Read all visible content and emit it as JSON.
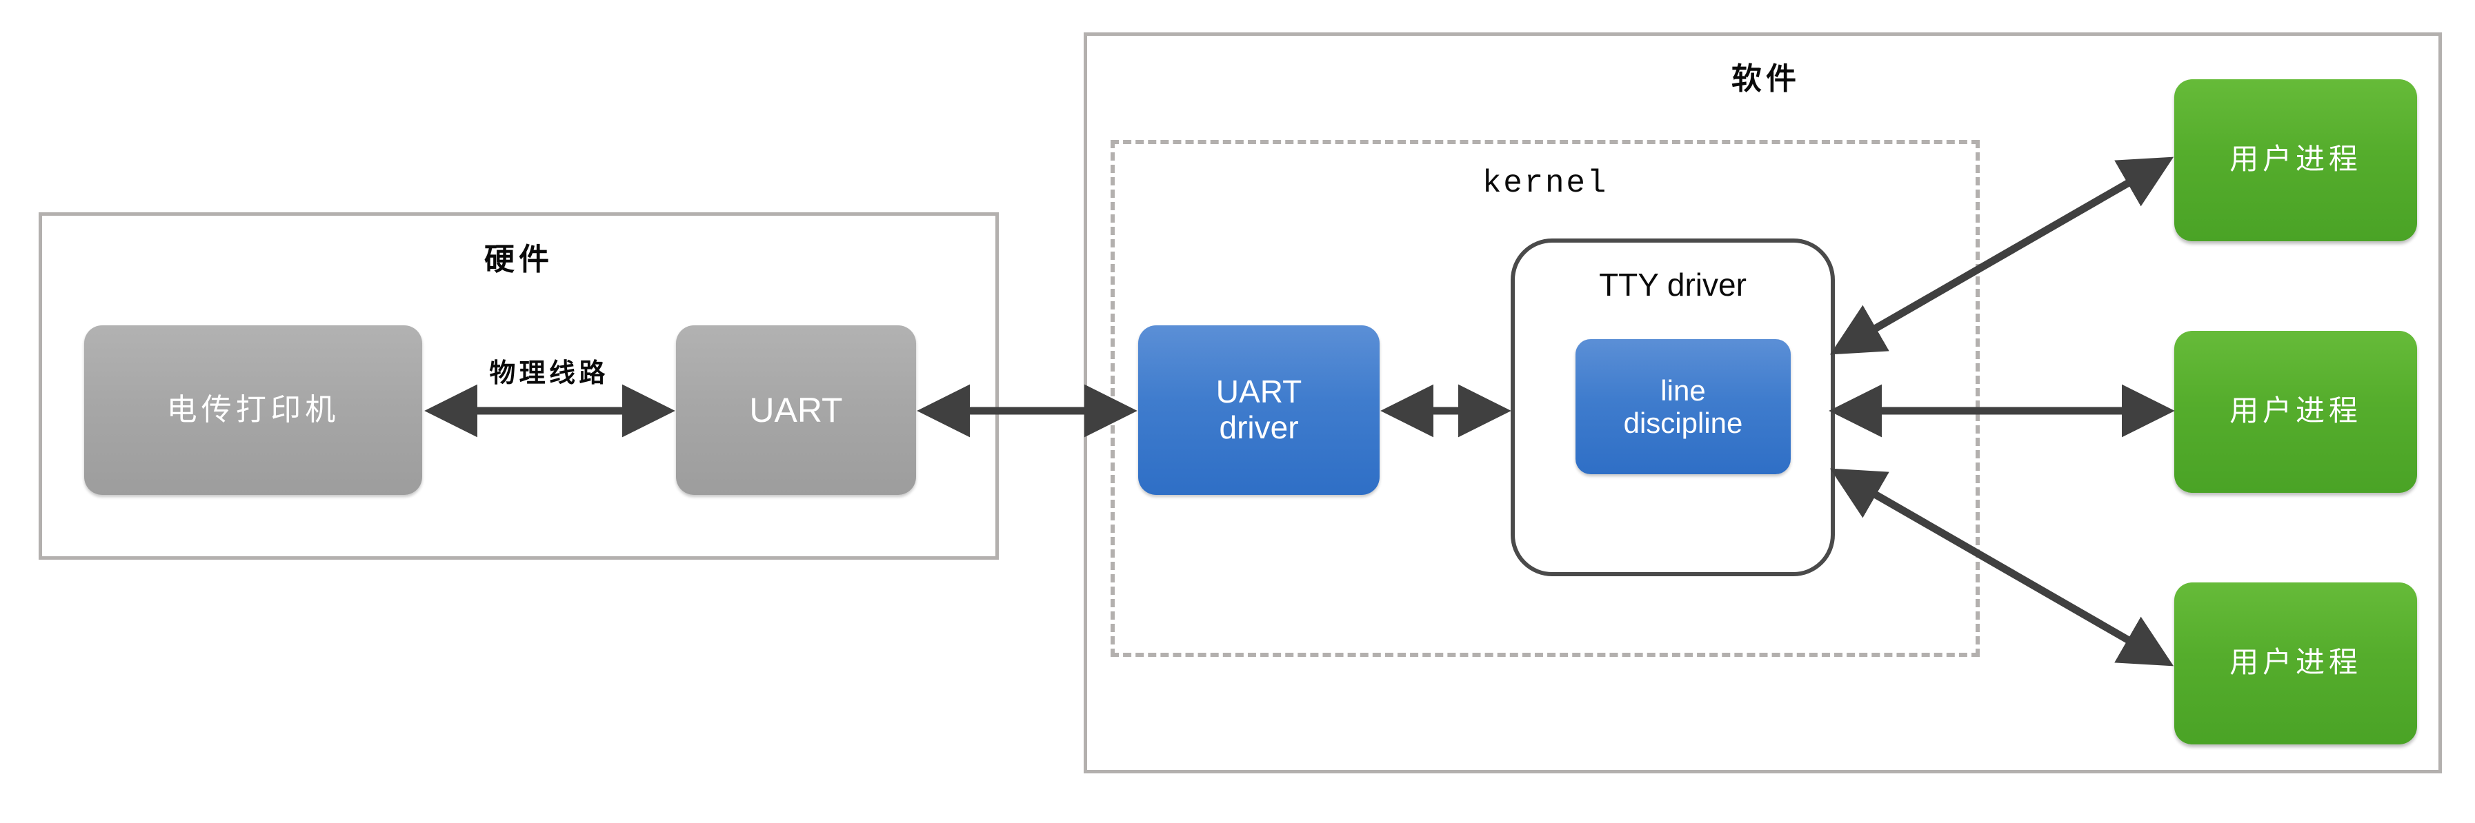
{
  "diagram": {
    "title_hardware": "硬件",
    "title_software": "软件",
    "title_kernel": "kernel",
    "edge_label_physical_line": "物理线路",
    "colors": {
      "panel_border": "#b3b0ae",
      "dashed_border": "#b3b0ae",
      "gray_node": "#a7a7a7",
      "blue_node": "#3f7ccd",
      "green_node": "#55ad2c",
      "arrow": "#404040",
      "tty_border": "#4a4a4a",
      "text_dark": "#0a0a0a",
      "text_light": "#ffffff",
      "background": "#ffffff"
    }
  },
  "hardware": {
    "label": "硬件",
    "nodes": [
      {
        "id": "teletype",
        "label": "电传打印机",
        "type": "gray"
      },
      {
        "id": "uart",
        "label": "UART",
        "type": "gray"
      }
    ],
    "link_label": "物理线路"
  },
  "software": {
    "label": "软件",
    "kernel": {
      "label": "kernel",
      "nodes": [
        {
          "id": "uart-driver",
          "label_line1": "UART",
          "label_line2": "driver",
          "type": "blue"
        },
        {
          "id": "tty-driver",
          "label": "TTY driver",
          "type": "outline",
          "child": {
            "id": "line-discipline",
            "label_line1": "line",
            "label_line2": "discipline",
            "type": "blue"
          }
        }
      ]
    },
    "user_processes": [
      {
        "id": "user-process-1",
        "label": "用户进程",
        "type": "green"
      },
      {
        "id": "user-process-2",
        "label": "用户进程",
        "type": "green"
      },
      {
        "id": "user-process-3",
        "label": "用户进程",
        "type": "green"
      }
    ]
  },
  "connections": [
    {
      "from": "teletype",
      "to": "uart",
      "style": "double-arrow",
      "label": "物理线路"
    },
    {
      "from": "uart",
      "to": "uart-driver",
      "style": "double-arrow",
      "label": ""
    },
    {
      "from": "uart-driver",
      "to": "tty-driver",
      "style": "double-arrow",
      "label": ""
    },
    {
      "from": "tty-driver",
      "to": "user-process-1",
      "style": "double-arrow",
      "label": ""
    },
    {
      "from": "tty-driver",
      "to": "user-process-2",
      "style": "double-arrow",
      "label": ""
    },
    {
      "from": "tty-driver",
      "to": "user-process-3",
      "style": "double-arrow",
      "label": ""
    }
  ]
}
